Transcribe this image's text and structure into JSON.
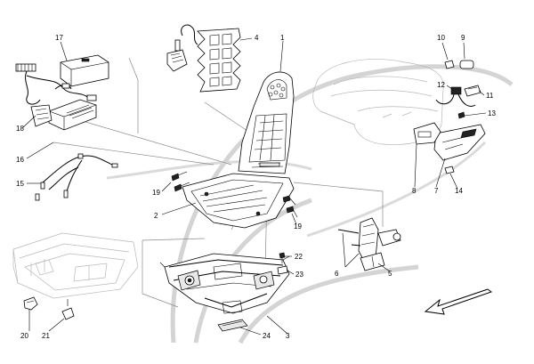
{
  "diagram": {
    "callouts": [
      {
        "id": "c1",
        "label": "1"
      },
      {
        "id": "c2",
        "label": "2"
      },
      {
        "id": "c3",
        "label": "3"
      },
      {
        "id": "c4",
        "label": "4"
      },
      {
        "id": "c5",
        "label": "5"
      },
      {
        "id": "c6",
        "label": "6"
      },
      {
        "id": "c7",
        "label": "7"
      },
      {
        "id": "c8",
        "label": "8"
      },
      {
        "id": "c9",
        "label": "9"
      },
      {
        "id": "c10",
        "label": "10"
      },
      {
        "id": "c11",
        "label": "11"
      },
      {
        "id": "c12",
        "label": "12"
      },
      {
        "id": "c13",
        "label": "13"
      },
      {
        "id": "c14",
        "label": "14"
      },
      {
        "id": "c15",
        "label": "15"
      },
      {
        "id": "c16",
        "label": "16"
      },
      {
        "id": "c17",
        "label": "17"
      },
      {
        "id": "c18",
        "label": "18"
      },
      {
        "id": "c19a",
        "label": "19"
      },
      {
        "id": "c19b",
        "label": "19"
      },
      {
        "id": "c20",
        "label": "20"
      },
      {
        "id": "c21",
        "label": "21"
      },
      {
        "id": "c22",
        "label": "22"
      },
      {
        "id": "c23",
        "label": "23"
      },
      {
        "id": "c24",
        "label": "24"
      }
    ],
    "colors": {
      "line": "#000000",
      "watermark": "#d4d4d4",
      "ghost": "#b8b8b8",
      "background": "#ffffff"
    },
    "icons": {
      "direction_arrow": "arrow-down-left-icon"
    }
  }
}
